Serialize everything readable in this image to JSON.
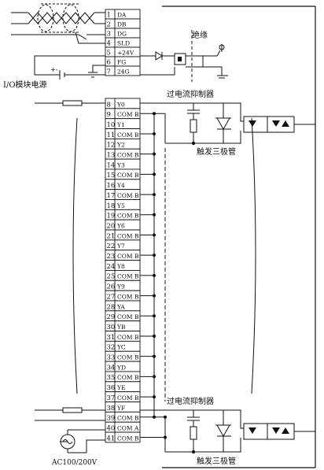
{
  "terminals": [
    {
      "no": "1",
      "name": "DA"
    },
    {
      "no": "2",
      "name": "DB"
    },
    {
      "no": "3",
      "name": "DG"
    },
    {
      "no": "4",
      "name": "SLD"
    },
    {
      "no": "5",
      "name": "+24V"
    },
    {
      "no": "6",
      "name": "FG"
    },
    {
      "no": "7",
      "name": "24G"
    },
    {
      "no": "8",
      "name": "Y0"
    },
    {
      "no": "9",
      "name": "COM B"
    },
    {
      "no": "10",
      "name": "Y1"
    },
    {
      "no": "11",
      "name": "COM B"
    },
    {
      "no": "12",
      "name": "Y2"
    },
    {
      "no": "13",
      "name": "COM B"
    },
    {
      "no": "14",
      "name": "Y3"
    },
    {
      "no": "15",
      "name": "COM B"
    },
    {
      "no": "16",
      "name": "Y4"
    },
    {
      "no": "17",
      "name": "COM B"
    },
    {
      "no": "18",
      "name": "Y5"
    },
    {
      "no": "19",
      "name": "COM B"
    },
    {
      "no": "20",
      "name": "Y6"
    },
    {
      "no": "21",
      "name": "COM B"
    },
    {
      "no": "22",
      "name": "Y7"
    },
    {
      "no": "23",
      "name": "COM B"
    },
    {
      "no": "24",
      "name": "Y8"
    },
    {
      "no": "25",
      "name": "COM B"
    },
    {
      "no": "26",
      "name": "Y9"
    },
    {
      "no": "27",
      "name": "COM B"
    },
    {
      "no": "28",
      "name": "YA"
    },
    {
      "no": "29",
      "name": "COM B"
    },
    {
      "no": "30",
      "name": "YB"
    },
    {
      "no": "31",
      "name": "COM B"
    },
    {
      "no": "32",
      "name": "YC"
    },
    {
      "no": "33",
      "name": "COM B"
    },
    {
      "no": "34",
      "name": "YD"
    },
    {
      "no": "35",
      "name": "COM B"
    },
    {
      "no": "36",
      "name": "YE"
    },
    {
      "no": "37",
      "name": "COM B"
    },
    {
      "no": "38",
      "name": "YF"
    },
    {
      "no": "39",
      "name": "COM B"
    },
    {
      "no": "40",
      "name": "COM A"
    },
    {
      "no": "41",
      "name": "COM B"
    }
  ],
  "labels": {
    "insulation": "绝缘",
    "io_power": "I/O模块电源",
    "overcurrent_top": "过电流抑制器",
    "triac_top": "触发三极管",
    "overcurrent_bottom": "过电流抑制器",
    "triac_bottom": "触发三极管",
    "ac_supply": "AC100/200V",
    "battery_sign": "+-"
  },
  "colors": {
    "line": "#111111",
    "background": "#ffffff"
  }
}
